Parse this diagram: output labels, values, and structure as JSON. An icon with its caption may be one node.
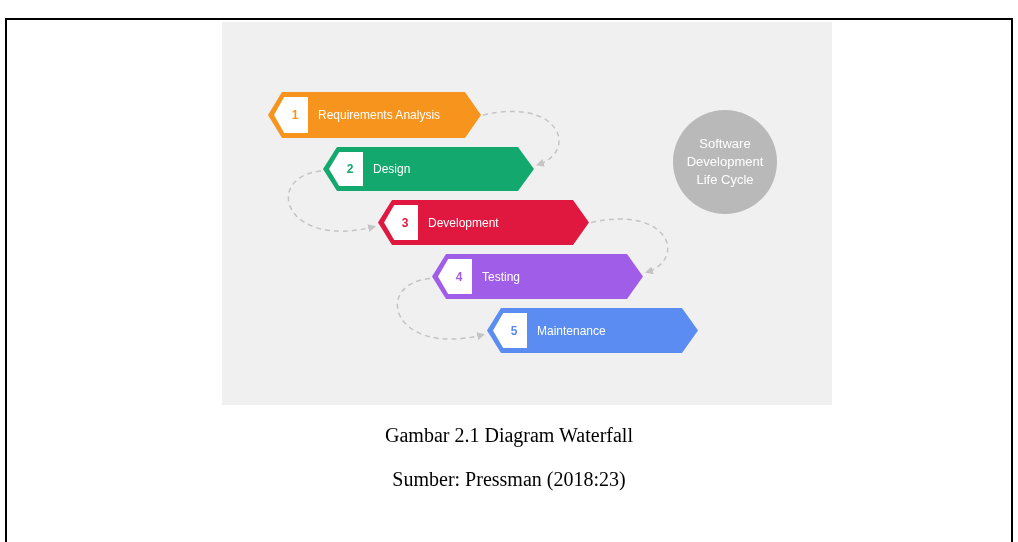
{
  "diagram": {
    "caption": "Gambar 2.1 Diagram Waterfall",
    "nodes": [
      {
        "text": [
          "1",
          "Requirements Analysis"
        ]
      },
      {
        "text": [
          "2",
          "Design"
        ]
      },
      {
        "text": [
          "3",
          "Development"
        ]
      },
      {
        "text": [
          "4",
          "Testing"
        ]
      },
      {
        "text": [
          "5",
          "Maintenance"
        ]
      },
      {
        "text": [
          "Software Development Life Cycle"
        ]
      }
    ],
    "edges": [
      {
        "from": 0,
        "to": 1,
        "arrow": "to",
        "style": "dashed"
      },
      {
        "from": 1,
        "to": 2,
        "arrow": "to",
        "style": "dashed"
      },
      {
        "from": 2,
        "to": 3,
        "arrow": "to",
        "style": "dashed"
      },
      {
        "from": 3,
        "to": 4,
        "arrow": "to",
        "style": "dashed"
      }
    ],
    "labels": [
      "Sumber: Pressman (2018:23)"
    ]
  }
}
